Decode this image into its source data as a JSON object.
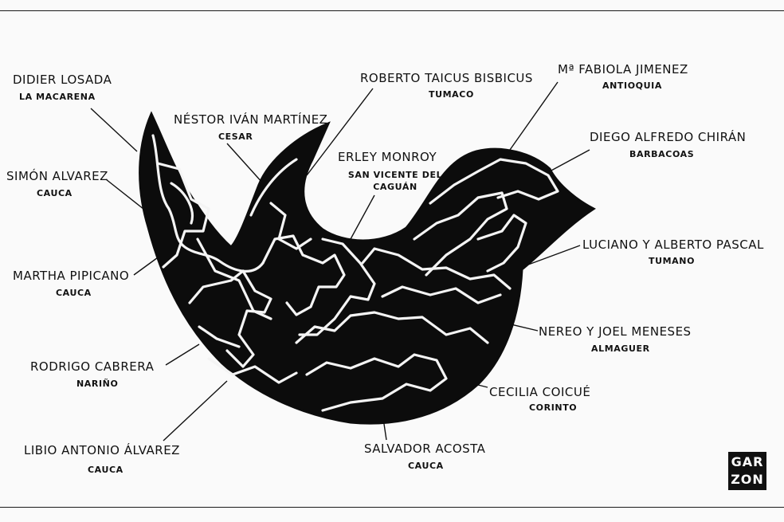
{
  "labels": [
    {
      "name": "DIDIER LOSADA",
      "place": "LA MACARENA"
    },
    {
      "name": "SIMÓN ALVAREZ",
      "place": "CAUCA"
    },
    {
      "name": "MARTHA PIPICANO",
      "place": "CAUCA"
    },
    {
      "name": "RODRIGO CABRERA",
      "place": "NARIÑO"
    },
    {
      "name": "LIBIO ANTONIO ÁLVAREZ",
      "place": "CAUCA"
    },
    {
      "name": "NÉSTOR IVÁN MARTÍNEZ",
      "place": "CESAR"
    },
    {
      "name": "ROBERTO TAICUS BISBICUS",
      "place": "TUMACO"
    },
    {
      "name": "ERLEY MONROY",
      "place": "SAN VICENTE DEL CAGUÁN"
    },
    {
      "name": "Mª FABIOLA JIMENEZ",
      "place": "ANTIOQUIA"
    },
    {
      "name": "DIEGO ALFREDO CHIRÁN",
      "place": "BARBACOAS"
    },
    {
      "name": "LUCIANO Y ALBERTO PASCAL",
      "place": "TUMANO"
    },
    {
      "name": "NEREO Y JOEL MENESES",
      "place": "ALMAGUER"
    },
    {
      "name": "CECILIA COICUÉ",
      "place": "CORINTO"
    },
    {
      "name": "SALVADOR ACOSTA",
      "place": "CAUCA"
    }
  ],
  "signature": "GARZON",
  "colors": {
    "ink": "#111111",
    "chalk": "#f4f4f4",
    "paper": "#fafafa"
  }
}
